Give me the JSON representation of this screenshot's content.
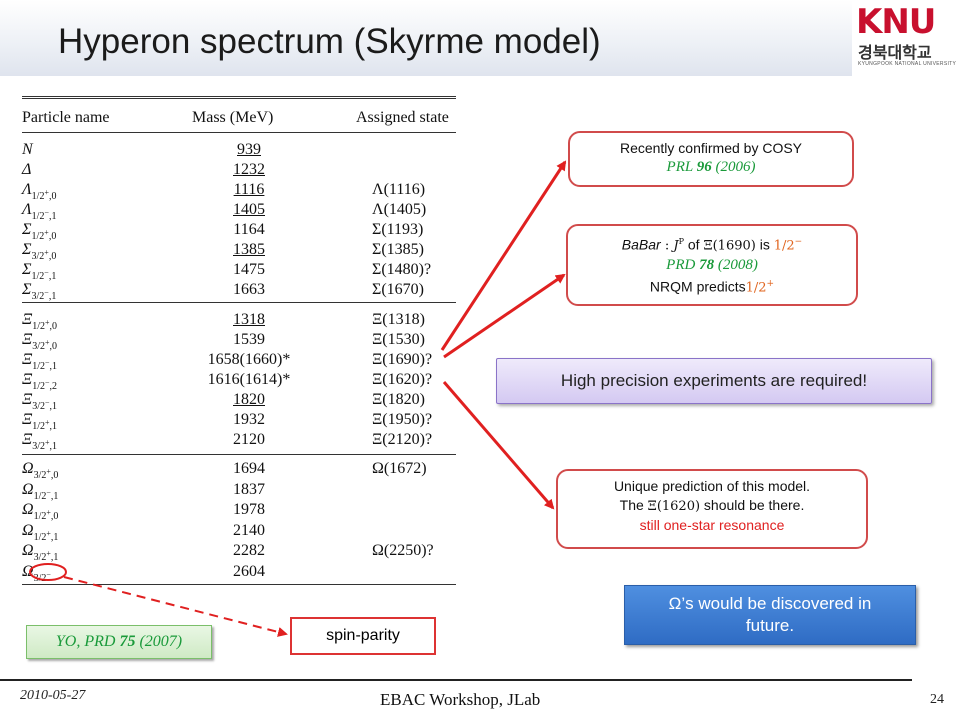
{
  "header": {
    "title": "Hyperon spectrum (Skyrme model)",
    "logo_text": "KNU",
    "logo_korean": "경북대학교",
    "logo_english": "KYUNGPOOK NATIONAL UNIVERSITY"
  },
  "table": {
    "headers": {
      "name": "Particle name",
      "mass": "Mass (MeV)",
      "state": "Assigned state"
    },
    "rows": [
      {
        "sym": "N",
        "sub": "",
        "sup": "",
        "sub2": "",
        "mass": "939",
        "state": "",
        "ul": true
      },
      {
        "sym": "Δ",
        "sub": "",
        "sup": "",
        "sub2": "",
        "mass": "1232",
        "state": "",
        "ul": true
      },
      {
        "sym": "Λ",
        "sub": "1/2",
        "sup": "+",
        "sub2": ",0",
        "mass": "1116",
        "state": "Λ(1116)",
        "ul": true
      },
      {
        "sym": "Λ",
        "sub": "1/2",
        "sup": "−",
        "sub2": ",1",
        "mass": "1405",
        "state": "Λ(1405)",
        "ul": true
      },
      {
        "sym": "Σ",
        "sub": "1/2",
        "sup": "+",
        "sub2": ",0",
        "mass": "1164",
        "state": "Σ(1193)",
        "ul": false
      },
      {
        "sym": "Σ",
        "sub": "3/2",
        "sup": "+",
        "sub2": ",0",
        "mass": "1385",
        "state": "Σ(1385)",
        "ul": true
      },
      {
        "sym": "Σ",
        "sub": "1/2",
        "sup": "−",
        "sub2": ",1",
        "mass": "1475",
        "state": "Σ(1480)?",
        "ul": false
      },
      {
        "sym": "Σ",
        "sub": "3/2",
        "sup": "−",
        "sub2": ",1",
        "mass": "1663",
        "state": "Σ(1670)",
        "ul": false
      },
      {
        "sym": "Ξ",
        "sub": "1/2",
        "sup": "+",
        "sub2": ",0",
        "mass": "1318",
        "state": "Ξ(1318)",
        "ul": true
      },
      {
        "sym": "Ξ",
        "sub": "3/2",
        "sup": "+",
        "sub2": ",0",
        "mass": "1539",
        "state": "Ξ(1530)",
        "ul": false
      },
      {
        "sym": "Ξ",
        "sub": "1/2",
        "sup": "−",
        "sub2": ",1",
        "mass": "1658(1660)*",
        "state": "Ξ(1690)?",
        "ul": false
      },
      {
        "sym": "Ξ",
        "sub": "1/2",
        "sup": "−",
        "sub2": ",2",
        "mass": "1616(1614)*",
        "state": "Ξ(1620)?",
        "ul": false
      },
      {
        "sym": "Ξ",
        "sub": "3/2",
        "sup": "−",
        "sub2": ",1",
        "mass": "1820",
        "state": "Ξ(1820)",
        "ul": true
      },
      {
        "sym": "Ξ",
        "sub": "1/2",
        "sup": "+",
        "sub2": ",1",
        "mass": "1932",
        "state": "Ξ(1950)?",
        "ul": false
      },
      {
        "sym": "Ξ",
        "sub": "3/2",
        "sup": "+",
        "sub2": ",1",
        "mass": "2120",
        "state": "Ξ(2120)?",
        "ul": false
      },
      {
        "sym": "Ω",
        "sub": "3/2",
        "sup": "+",
        "sub2": ",0",
        "mass": "1694",
        "state": "Ω(1672)",
        "ul": false
      },
      {
        "sym": "Ω",
        "sub": "1/2",
        "sup": "−",
        "sub2": ",1",
        "mass": "1837",
        "state": "",
        "ul": false
      },
      {
        "sym": "Ω",
        "sub": "1/2",
        "sup": "+",
        "sub2": ",0",
        "mass": "1978",
        "state": "",
        "ul": false
      },
      {
        "sym": "Ω",
        "sub": "1/2",
        "sup": "+",
        "sub2": ",1",
        "mass": "2140",
        "state": "",
        "ul": false
      },
      {
        "sym": "Ω",
        "sub": "3/2",
        "sup": "+",
        "sub2": ",1",
        "mass": "2282",
        "state": "Ω(2250)?",
        "ul": false
      },
      {
        "sym": "Ω",
        "sub": "3/2",
        "sup": "−",
        "sub2": "",
        "mass": "2604",
        "state": "",
        "ul": false
      }
    ]
  },
  "callouts": {
    "cosy_line1": "Recently confirmed by COSY",
    "cosy_ref_pre": "PRL ",
    "cosy_ref_vol": "96",
    "cosy_ref_post": " (2006)",
    "babar_name": "BaBar",
    "babar_colon": " : ",
    "babar_jp": "J",
    "babar_jp_sup": "P",
    "babar_of": " of ",
    "babar_xi": "Ξ(1690)",
    "babar_is": " is ",
    "babar_val": "1/2",
    "babar_val_sup": "−",
    "babar_ref_pre": "PRD ",
    "babar_ref_vol": "78",
    "babar_ref_post": " (2008)",
    "nrqm_text": "NRQM predicts",
    "nrqm_val": "1/2",
    "nrqm_val_sup": "+",
    "unique_line1": "Unique prediction of this model.",
    "unique_the": "The ",
    "unique_xi": "Ξ(1620)",
    "unique_rest": " should be there.",
    "unique_line3": "still one-star resonance",
    "high_precision": "High precision experiments are required!",
    "omega_line1": "Ω’s would be discovered in",
    "omega_line2": "future.",
    "yo_pre": "YO, PRD ",
    "yo_vol": "75",
    "yo_post": " (2007)",
    "spin_parity": "spin-parity"
  },
  "footer": {
    "date": "2010-05-27",
    "center": "EBAC Workshop, JLab",
    "page": "24"
  },
  "colors": {
    "arrow_red": "#e02020",
    "green_ref": "#1a9a3a",
    "orange_math": "#e0641e"
  }
}
